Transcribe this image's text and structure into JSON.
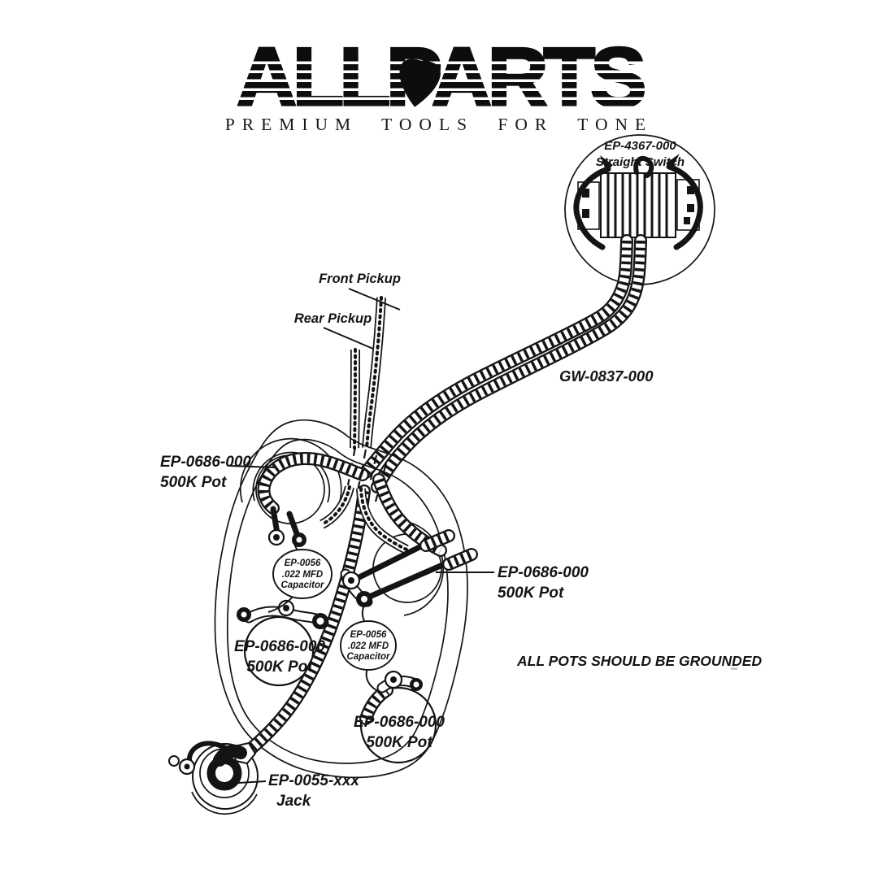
{
  "logo": {
    "brand": "ALLPARTS",
    "tagline": "PREMIUM TOOLS FOR TONE"
  },
  "diagram": {
    "switch": {
      "part_number": "EP-4367-000",
      "name": "Straight Switch"
    },
    "pickups": {
      "front_label": "Front Pickup",
      "rear_label": "Rear Pickup"
    },
    "wire": {
      "part_number": "GW-0837-000"
    },
    "pots": [
      {
        "part_number": "EP-0686-000",
        "value": "500K Pot"
      },
      {
        "part_number": "EP-0686-000",
        "value": "500K Pot"
      },
      {
        "part_number": "EP-0686-000",
        "value": "500K Pot"
      },
      {
        "part_number": "EP-0686-000",
        "value": "500K Pot"
      }
    ],
    "capacitors": [
      {
        "part_number": "EP-0056",
        "value": ".022 MFD",
        "name": "Capacitor"
      },
      {
        "part_number": "EP-0056",
        "value": ".022 MFD",
        "name": "Capacitor"
      }
    ],
    "jack": {
      "part_number": "EP-0055-xxx",
      "name": "Jack"
    },
    "note": "ALL POTS SHOULD BE GROUNDED"
  },
  "colors": {
    "ink": "#141414",
    "paper": "#ffffff"
  }
}
